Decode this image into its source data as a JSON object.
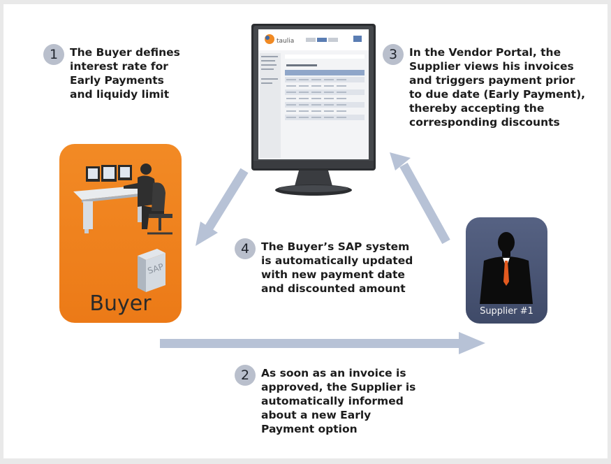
{
  "steps": [
    {
      "number": "1",
      "text": "The Buyer defines\ninterest rate for\nEarly Payments\nand liquidy limit"
    },
    {
      "number": "2",
      "text": "As soon as an invoice is\napproved, the Supplier is\nautomatically informed\nabout a new Early\nPayment option"
    },
    {
      "number": "3",
      "text": "In the Vendor Portal, the\nSupplier views his invoices\nand triggers payment prior\nto due date (Early Payment),\nthereby accepting the\ncorresponding discounts"
    },
    {
      "number": "4",
      "text": "The Buyer’s SAP system\nis automatically updated\nwith new payment date\nand discounted amount"
    }
  ],
  "buyer": {
    "label": "Buyer",
    "server_label": "SAP"
  },
  "supplier": {
    "label": "Supplier #1"
  },
  "portal": {
    "logo_text": "taulia"
  },
  "colors": {
    "buyer_card": "#ec7a17",
    "supplier_card": "#4a5677",
    "arrow": "#b7c2d6",
    "badge": "#b9bfcc"
  },
  "icons": [
    "monitor-icon",
    "buyer-workstation-icon",
    "server-icon",
    "businessman-icon",
    "arrow-icon"
  ]
}
